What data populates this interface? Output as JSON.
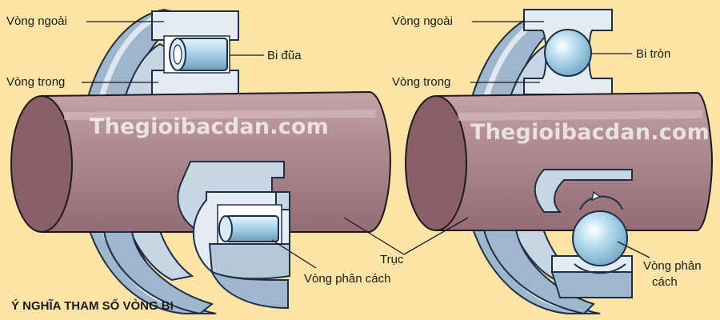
{
  "left_diagram": {
    "label_outer_ring": "Vòng ngoài",
    "label_inner_ring": "Vòng trong",
    "label_roller": "Bi đũa",
    "label_shaft": "Trục",
    "label_cage": "Vòng phân cách"
  },
  "right_diagram": {
    "label_outer_ring": "Vòng ngoài",
    "label_inner_ring": "Vòng trong",
    "label_ball": "Bi tròn",
    "label_cage_line1": "Vòng phân",
    "label_cage_line2": "cách"
  },
  "watermark": "Thegioibacdan.com",
  "caption": "Ý NGHĨA THAM SỐ VÒNG BI",
  "colors": {
    "background": "#fbe4a6",
    "shaft": "#a8848a",
    "shaft_end": "#8b5f67",
    "ring": "#9fb7cc",
    "ring_light": "#dfe8f1",
    "ring_dark": "#6f8aa3",
    "ball": "#a9d4ea"
  }
}
